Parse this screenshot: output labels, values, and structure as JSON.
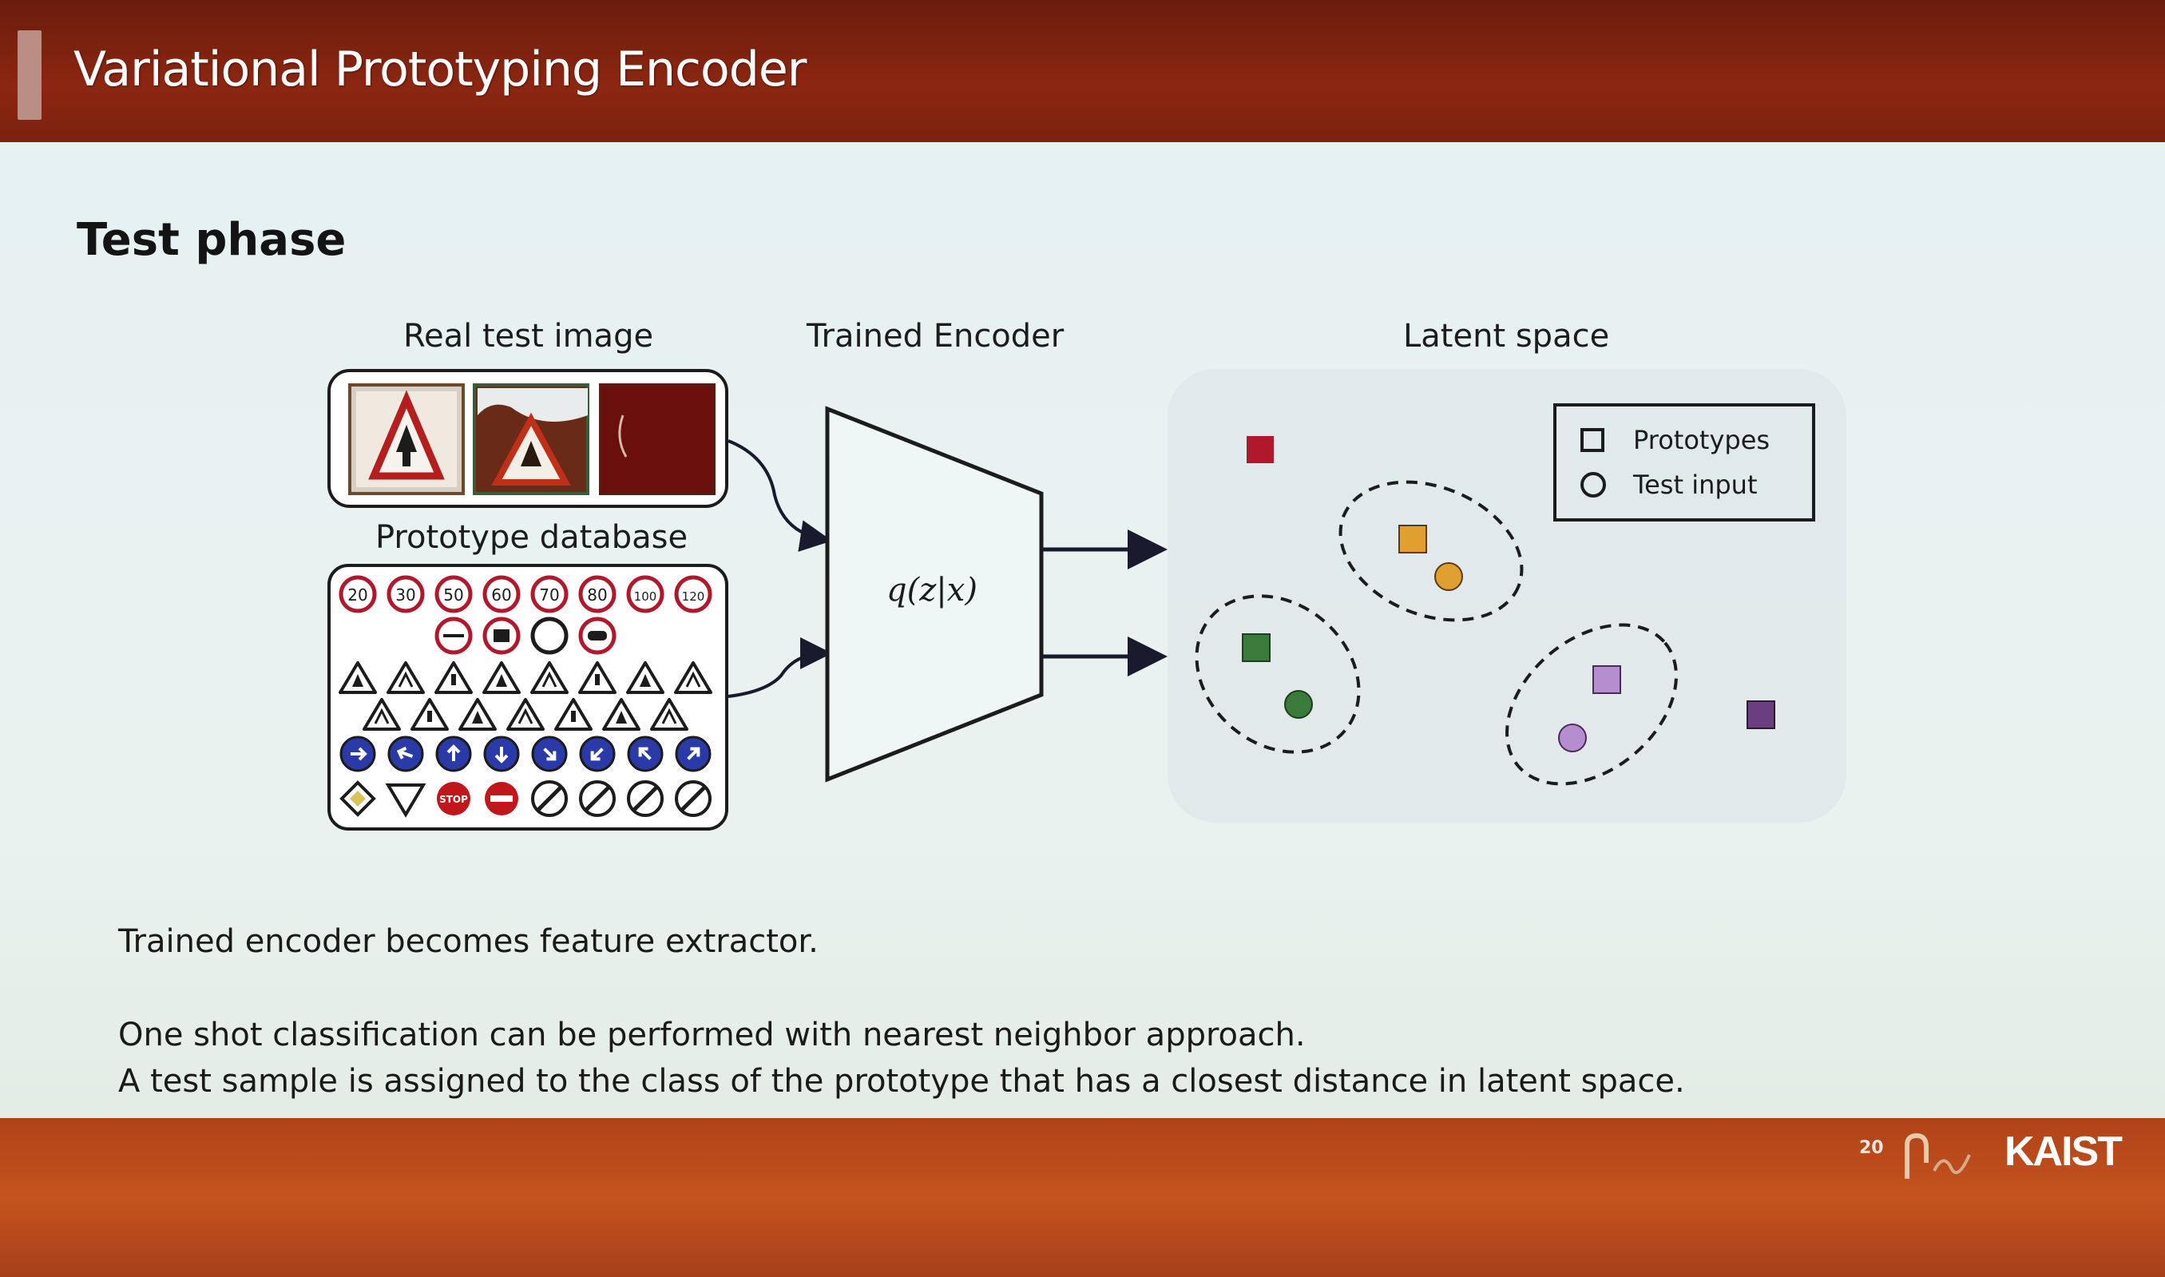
{
  "slide": {
    "title": "Variational Prototyping Encoder",
    "section_heading": "Test phase",
    "page_number": "20",
    "logo_text": "KAIST"
  },
  "diagram": {
    "real_test_label": "Real test image",
    "prototype_db_label": "Prototype database",
    "encoder_label": "Trained Encoder",
    "encoder_formula": "q(z|x)",
    "latent_label": "Latent space",
    "legend": {
      "prototypes": "Prototypes",
      "test_input": "Test input"
    },
    "speed_sign_labels": [
      "20",
      "30",
      "50",
      "60",
      "70",
      "80",
      "100",
      "120"
    ],
    "stop_label": "STOP",
    "cluster_colors": {
      "red": "#b2182b",
      "orange": "#e0a030",
      "green": "#3a7a3a",
      "lavender": "#b58ed0",
      "purple": "#6b3f7f"
    }
  },
  "body": {
    "bullet_1": "Trained encoder becomes feature extractor.",
    "bullet_2": "One shot classification can be performed with nearest neighbor approach.",
    "bullet_3": "A test sample is assigned to the class of the prototype that has a closest distance in latent space."
  }
}
